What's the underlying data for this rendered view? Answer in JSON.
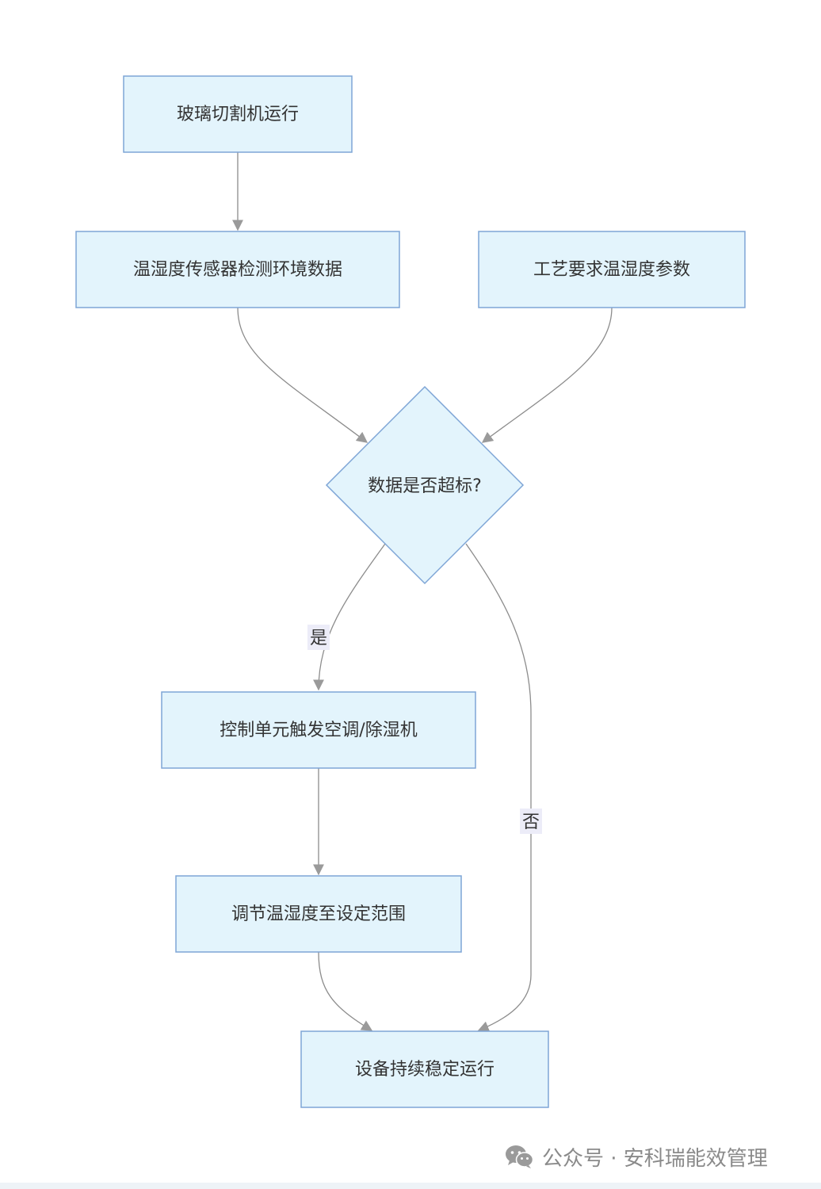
{
  "colors": {
    "node_fill": "#e3f4fc",
    "node_stroke": "#7ea5d6",
    "edge_stroke": "#8c8c8c",
    "arrow_fill": "#9a9a9a",
    "edge_label_bg": "#ececf8",
    "text": "#333333",
    "watermark": "#8a8a8a"
  },
  "nodes": {
    "start": {
      "label": "玻璃切割机运行"
    },
    "sensor": {
      "label": "温湿度传感器检测环境数据"
    },
    "process_params": {
      "label": "工艺要求温湿度参数"
    },
    "decision": {
      "label": "数据是否超标?"
    },
    "control": {
      "label": "控制单元触发空调/除湿机"
    },
    "adjust": {
      "label": "调节温湿度至设定范围"
    },
    "stable": {
      "label": "设备持续稳定运行"
    }
  },
  "edges": {
    "yes_label": "是",
    "no_label": "否"
  },
  "watermark": {
    "icon": "wechat-icon",
    "text": "公众号 · 安科瑞能效管理"
  }
}
